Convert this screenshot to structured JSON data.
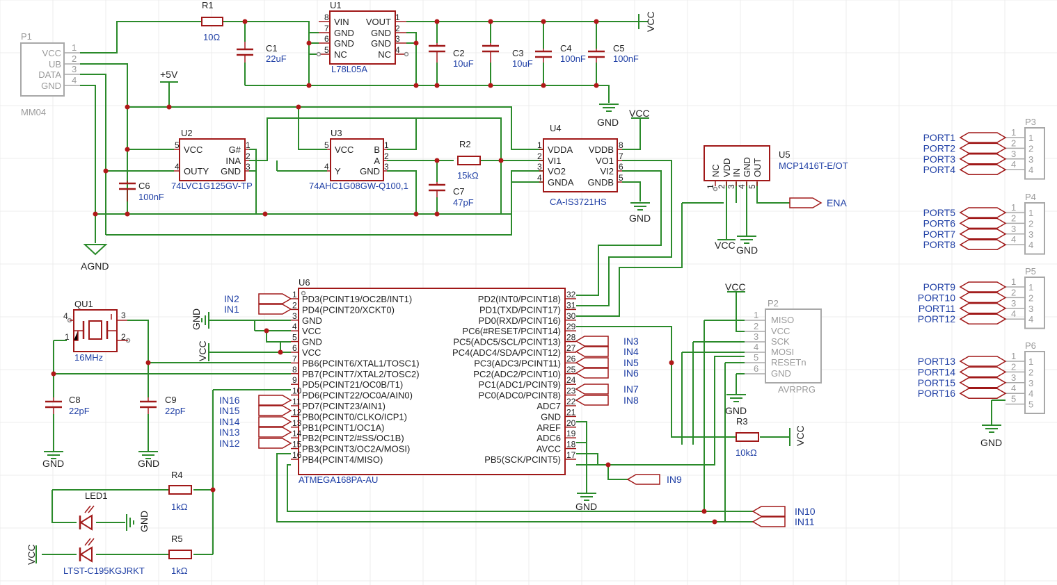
{
  "p1": {
    "ref": "P1",
    "value": "MM04",
    "pins": [
      "VCC",
      "UB",
      "DATA",
      "GND"
    ],
    "nums": [
      "1",
      "2",
      "3",
      "4"
    ]
  },
  "r1": {
    "ref": "R1",
    "value": "10Ω"
  },
  "u1": {
    "ref": "U1",
    "value": "L78L05A",
    "left_pins": [
      "VIN",
      "GND",
      "GND",
      "NC"
    ],
    "left_nums": [
      "8",
      "7",
      "6",
      "5"
    ],
    "right_pins": [
      "VOUT",
      "GND",
      "GND",
      "NC"
    ],
    "right_nums": [
      "1",
      "2",
      "3",
      "4"
    ]
  },
  "c1": {
    "ref": "C1",
    "value": "22uF"
  },
  "c2": {
    "ref": "C2",
    "value": "10uF"
  },
  "c3": {
    "ref": "C3",
    "value": "10uF"
  },
  "c4": {
    "ref": "C4",
    "value": "100nF"
  },
  "c5": {
    "ref": "C5",
    "value": "100nF"
  },
  "c6": {
    "ref": "C6",
    "value": "100nF"
  },
  "c7": {
    "ref": "C7",
    "value": "47pF"
  },
  "c8": {
    "ref": "C8",
    "value": "22pF"
  },
  "c9": {
    "ref": "C9",
    "value": "22pF"
  },
  "r2": {
    "ref": "R2",
    "value": "15kΩ"
  },
  "r3": {
    "ref": "R3",
    "value": "10kΩ"
  },
  "r4": {
    "ref": "R4",
    "value": "1kΩ"
  },
  "r5": {
    "ref": "R5",
    "value": "1kΩ"
  },
  "u2": {
    "ref": "U2",
    "value": "74LVC1G125GV-TP",
    "left_pins": [
      "VCC",
      "OUTY"
    ],
    "left_nums": [
      "5",
      "4"
    ],
    "right_pins": [
      "G#",
      "INA",
      "GND"
    ],
    "right_nums": [
      "1",
      "2",
      "3"
    ]
  },
  "u3": {
    "ref": "U3",
    "value": "74AHC1G08GW-Q100,1",
    "left_pins": [
      "VCC",
      "Y"
    ],
    "left_nums": [
      "5",
      "4"
    ],
    "right_pins": [
      "B",
      "A",
      "GND"
    ],
    "right_nums": [
      "1",
      "2",
      "3"
    ]
  },
  "u4": {
    "ref": "U4",
    "value": "CA-IS3721HS",
    "left_pins": [
      "VDDA",
      "VI1",
      "VO2",
      "GNDA"
    ],
    "left_nums": [
      "1",
      "2",
      "3",
      "4"
    ],
    "right_pins": [
      "VDDB",
      "VO1",
      "VI2",
      "GNDB"
    ],
    "right_nums": [
      "8",
      "7",
      "6",
      "5"
    ]
  },
  "u5": {
    "ref": "U5",
    "value": "MCP1416T-E/OT",
    "pins": [
      "NC",
      "VDD",
      "IN",
      "GND",
      "OUT"
    ],
    "nums": [
      "1",
      "2",
      "3",
      "4",
      "5"
    ]
  },
  "u6": {
    "ref": "U6",
    "value": "ATMEGA168PA-AU",
    "left_pins": [
      "PD3(PCINT19/OC2B/INT1)",
      "PD4(PCINT20/XCKT0)",
      "GND",
      "VCC",
      "GND",
      "VCC",
      "PB6(PCINT6/XTAL1/TOSC1)",
      "PB7(PCINT7/XTAL2/TOSC2)",
      "PD5(PCINT21/OC0B/T1)",
      "PD6(PCINT22/OC0A/AIN0)",
      "PD7(PCINT23/AIN1)",
      "PB0(PCINT0/CLKO/ICP1)",
      "PB1(PCINT1/OC1A)",
      "PB2(PCINT2/#SS/OC1B)",
      "PB3(PCINT3/OC2A/MOSI)",
      "PB4(PCINT4/MISO)"
    ],
    "left_nums": [
      "1",
      "2",
      "3",
      "4",
      "5",
      "6",
      "7",
      "8",
      "9",
      "10",
      "11",
      "12",
      "13",
      "14",
      "15",
      "16"
    ],
    "right_pins": [
      "PD2(INT0/PCINT18)",
      "PD1(TXD/PCINT17)",
      "PD0(RXD/PCINT16)",
      "PC6(#RESET/PCINT14)",
      "PC5(ADC5/SCL/PCINT13)",
      "PC4(ADC4/SDA/PCINT12)",
      "PC3(ADC3/PCINT11)",
      "PC2(ADC2/PCINT10)",
      "PC1(ADC1/PCINT9)",
      "PC0(ADC0/PCINT8)",
      "ADC7",
      "GND",
      "AREF",
      "ADC6",
      "AVCC",
      "PB5(SCK/PCINT5)"
    ],
    "right_nums": [
      "32",
      "31",
      "30",
      "29",
      "28",
      "27",
      "26",
      "25",
      "24",
      "23",
      "22",
      "21",
      "20",
      "19",
      "18",
      "17"
    ]
  },
  "qu1": {
    "ref": "QU1",
    "value": "16MHz",
    "nums": [
      "4",
      "3",
      "1",
      "2"
    ]
  },
  "led1": {
    "ref": "LED1",
    "value": "LTST-C195KGJRKT"
  },
  "p2": {
    "ref": "P2",
    "value": "AVRPRG",
    "pins": [
      "MISO",
      "VCC",
      "SCK",
      "MOSI",
      "RESETn",
      "GND"
    ],
    "nums": [
      "1",
      "2",
      "3",
      "4",
      "5",
      "6"
    ]
  },
  "p3": {
    "ref": "P3",
    "ports": [
      "PORT1",
      "PORT2",
      "PORT3",
      "PORT4"
    ],
    "nums": [
      "1",
      "2",
      "3",
      "4"
    ]
  },
  "p4": {
    "ref": "P4",
    "ports": [
      "PORT5",
      "PORT6",
      "PORT7",
      "PORT8"
    ],
    "nums": [
      "1",
      "2",
      "3",
      "4"
    ]
  },
  "p5": {
    "ref": "P5",
    "ports": [
      "PORT9",
      "PORT10",
      "PORT11",
      "PORT12"
    ],
    "nums": [
      "1",
      "2",
      "3",
      "4"
    ]
  },
  "p6": {
    "ref": "P6",
    "ports": [
      "PORT13",
      "PORT14",
      "PORT15",
      "PORT16"
    ],
    "nums": [
      "1",
      "2",
      "3",
      "4",
      "5"
    ]
  },
  "nets": {
    "in1": "IN1",
    "in2": "IN2",
    "in3": "IN3",
    "in4": "IN4",
    "in5": "IN5",
    "in6": "IN6",
    "in7": "IN7",
    "in8": "IN8",
    "in9": "IN9",
    "in10": "IN10",
    "in11": "IN11",
    "in12": "IN12",
    "in13": "IN13",
    "in14": "IN14",
    "in15": "IN15",
    "in16": "IN16",
    "ena": "ENA"
  },
  "power": {
    "vcc": "VCC",
    "gnd": "GND",
    "agnd": "AGND",
    "plus5v": "+5V"
  }
}
